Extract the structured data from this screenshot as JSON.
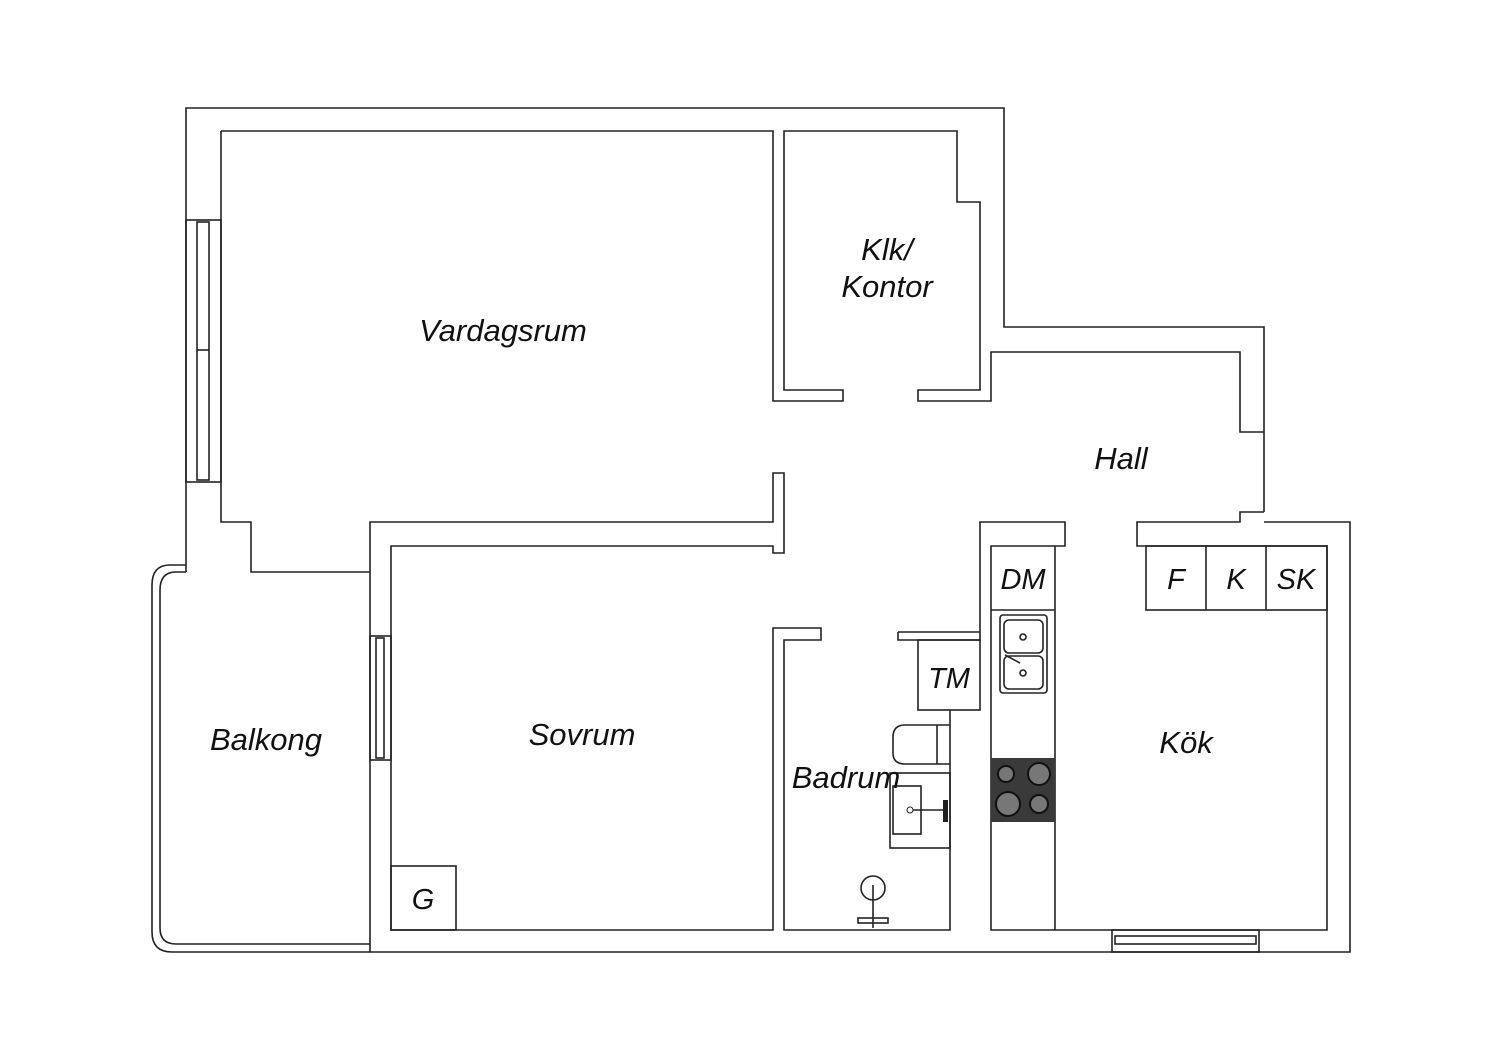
{
  "rooms": {
    "living_room": "Vardagsrum",
    "closet_office_line1": "Klk/",
    "closet_office_line2": "Kontor",
    "hall": "Hall",
    "balcony": "Balkong",
    "bedroom": "Sovrum",
    "bathroom": "Badrum",
    "kitchen": "Kök"
  },
  "fixtures": {
    "dishwasher": "DM",
    "washing_machine": "TM",
    "fridge": "F",
    "freezer": "K",
    "cabinet": "SK",
    "wardrobe": "G"
  },
  "colors": {
    "stroke": "#222222",
    "stove": "#3a3a3a",
    "burner": "#777777"
  }
}
